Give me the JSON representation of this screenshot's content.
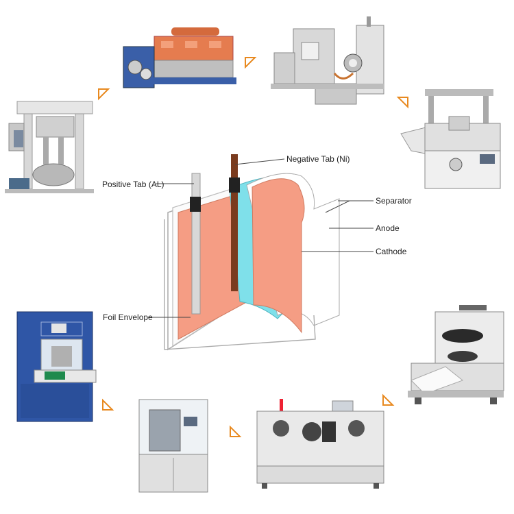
{
  "cell_labels": {
    "negative_tab": "Negative Tab (Ni)",
    "positive_tab": "Positive Tab (AL)",
    "separator": "Separator",
    "anode": "Anode",
    "cathode": "Cathode",
    "foil_envelope": "Foil Envelope"
  },
  "colors": {
    "cathode": "#f59d84",
    "anode_separator": "#7fe0ea",
    "tab_dark": "#7a3b1e",
    "arrow": "#e8891f",
    "machine_blue": "#3a5fa8"
  }
}
